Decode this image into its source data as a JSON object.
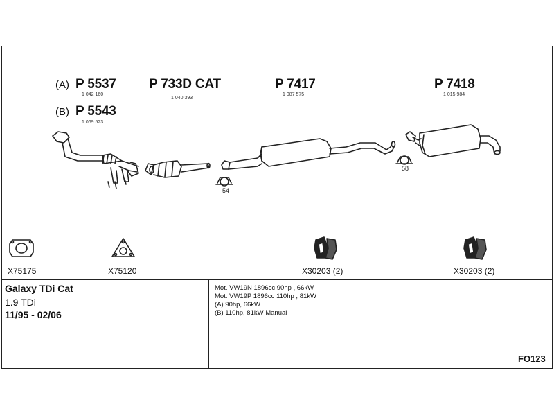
{
  "parts": {
    "p5537": {
      "variant": "(A)",
      "number": "P 5537",
      "code": "1 042 160"
    },
    "p5543": {
      "variant": "(B)",
      "number": "P 5543",
      "code": "1 069 523"
    },
    "p733d": {
      "number": "P 733D CAT",
      "code": "1 040 393"
    },
    "p7417": {
      "number": "P 7417",
      "code": "1 087 575"
    },
    "p7418": {
      "number": "P 7418",
      "code": "1 015 984"
    }
  },
  "clamps": {
    "clamp_54": "54",
    "clamp_58": "58"
  },
  "hardware": [
    {
      "label": "X75175"
    },
    {
      "label": "X75120"
    },
    {
      "label": "X30203 (2)"
    },
    {
      "label": "X30203 (2)"
    }
  ],
  "vehicle": {
    "model": "Galaxy TDi Cat",
    "engine": "1.9 TDi",
    "years": "11/95 - 02/06"
  },
  "specs": [
    "Mot. VW19N 1896cc 90hp , 66kW",
    "Mot. VW19P 1896cc 110hp , 81kW",
    "(A) 90hp, 66kW",
    "(B) 110hp, 81kW Manual"
  ],
  "reference": "FO123",
  "colors": {
    "line": "#222222",
    "background": "#ffffff"
  }
}
